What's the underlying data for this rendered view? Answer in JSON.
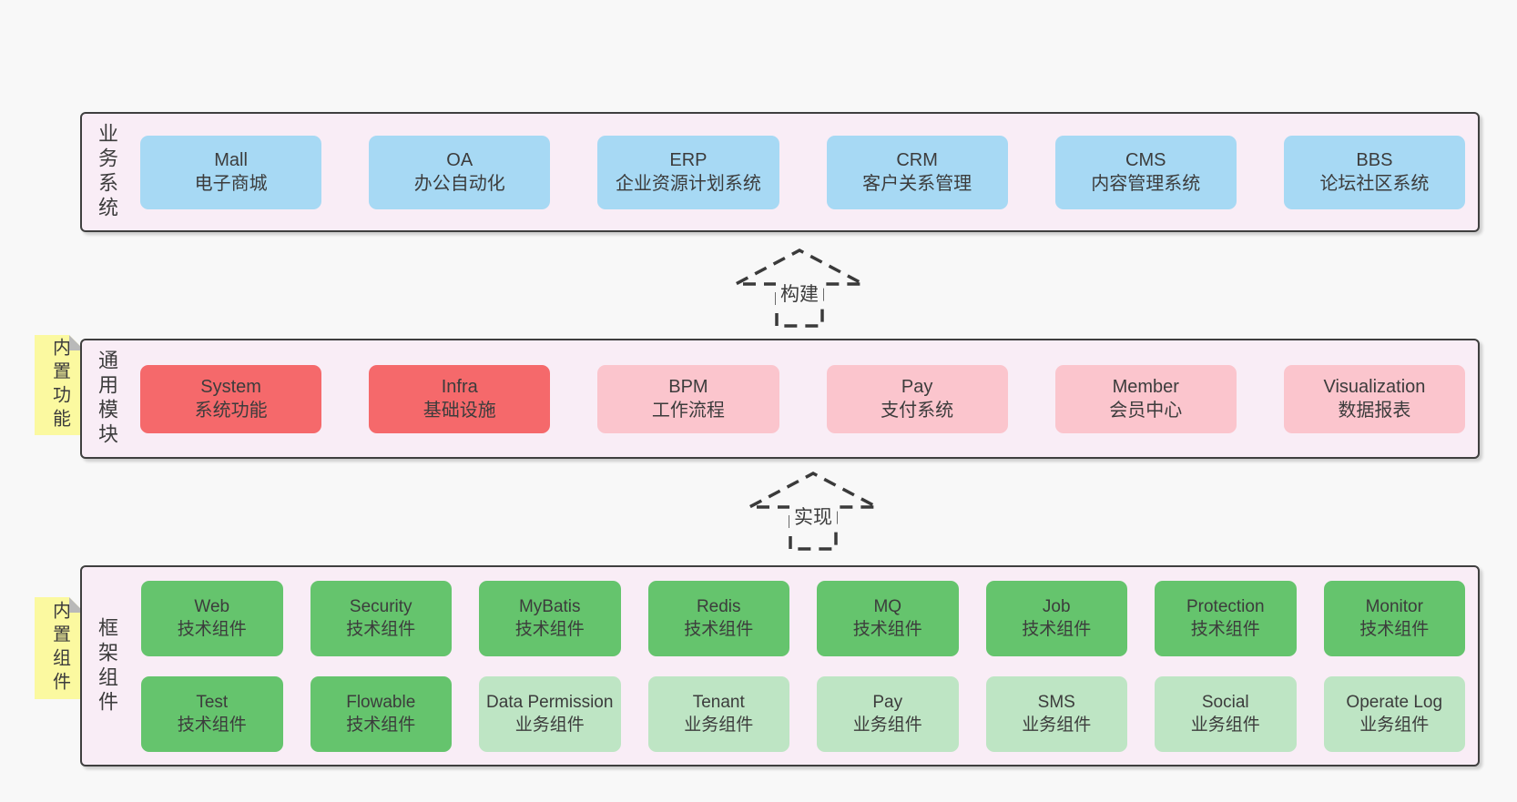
{
  "colors": {
    "page_bg": "#f8f8f8",
    "container_bg": "#f9edf6",
    "container_border": "#3f3f3f",
    "blue_box": "#a7d9f4",
    "red_box": "#f5696b",
    "pink_box": "#fbc5cd",
    "green_dark_box": "#65c46d",
    "green_light_box": "#bee5c4",
    "sticky_yellow": "#fbf9a0",
    "sticky_fold": "#b9b9b9",
    "text": "#3c3c3c"
  },
  "arrows": {
    "build": {
      "label": "构建"
    },
    "implement": {
      "label": "实现"
    }
  },
  "business": {
    "label": "业务系统",
    "boxes": [
      {
        "en": "Mall",
        "zh": "电子商城",
        "type": "blue"
      },
      {
        "en": "OA",
        "zh": "办公自动化",
        "type": "blue"
      },
      {
        "en": "ERP",
        "zh": "企业资源计划系统",
        "type": "blue"
      },
      {
        "en": "CRM",
        "zh": "客户关系管理",
        "type": "blue"
      },
      {
        "en": "CMS",
        "zh": "内容管理系统",
        "type": "blue"
      },
      {
        "en": "BBS",
        "zh": "论坛社区系统",
        "type": "blue"
      }
    ]
  },
  "modules": {
    "label": "通用模块",
    "sticky": "内置功能",
    "boxes": [
      {
        "en": "System",
        "zh": "系统功能",
        "type": "red"
      },
      {
        "en": "Infra",
        "zh": "基础设施",
        "type": "red"
      },
      {
        "en": "BPM",
        "zh": "工作流程",
        "type": "pink"
      },
      {
        "en": "Pay",
        "zh": "支付系统",
        "type": "pink"
      },
      {
        "en": "Member",
        "zh": "会员中心",
        "type": "pink"
      },
      {
        "en": "Visualization",
        "zh": "数据报表",
        "type": "pink"
      }
    ]
  },
  "components": {
    "label": "框架组件",
    "sticky": "内置组件",
    "row1": [
      {
        "en": "Web",
        "zh": "技术组件",
        "type": "green"
      },
      {
        "en": "Security",
        "zh": "技术组件",
        "type": "green"
      },
      {
        "en": "MyBatis",
        "zh": "技术组件",
        "type": "green"
      },
      {
        "en": "Redis",
        "zh": "技术组件",
        "type": "green"
      },
      {
        "en": "MQ",
        "zh": "技术组件",
        "type": "green"
      },
      {
        "en": "Job",
        "zh": "技术组件",
        "type": "green"
      },
      {
        "en": "Protection",
        "zh": "技术组件",
        "type": "green"
      },
      {
        "en": "Monitor",
        "zh": "技术组件",
        "type": "green"
      }
    ],
    "row2": [
      {
        "en": "Test",
        "zh": "技术组件",
        "type": "green"
      },
      {
        "en": "Flowable",
        "zh": "技术组件",
        "type": "green"
      },
      {
        "en": "Data Permission",
        "zh": "业务组件",
        "type": "lgreen"
      },
      {
        "en": "Tenant",
        "zh": "业务组件",
        "type": "lgreen"
      },
      {
        "en": "Pay",
        "zh": "业务组件",
        "type": "lgreen"
      },
      {
        "en": "SMS",
        "zh": "业务组件",
        "type": "lgreen"
      },
      {
        "en": "Social",
        "zh": "业务组件",
        "type": "lgreen"
      },
      {
        "en": "Operate Log",
        "zh": "业务组件",
        "type": "lgreen"
      }
    ]
  }
}
